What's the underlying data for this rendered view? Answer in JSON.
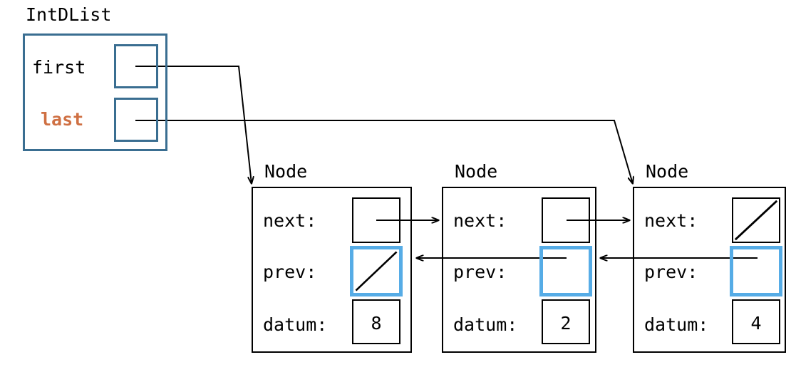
{
  "diagram": {
    "kind": "doubly-linked-list-memory-diagram",
    "background": "#ffffff",
    "colors": {
      "list_border": "#3a6e91",
      "accent_text": "#cf7043",
      "highlight": "#56ace6",
      "ink": "#000000"
    }
  },
  "list_object": {
    "title": "IntDList",
    "fields": [
      {
        "name": "first",
        "label": "first",
        "highlighted": false,
        "value": ""
      },
      {
        "name": "last",
        "label": "last",
        "highlighted": true,
        "value": ""
      }
    ]
  },
  "nodes": [
    {
      "title": "Node",
      "next_label": "next:",
      "prev_label": "prev:",
      "datum_label": "datum:",
      "datum": "8",
      "next_is_null": false,
      "prev_is_null": true,
      "prev_highlighted": true
    },
    {
      "title": "Node",
      "next_label": "next:",
      "prev_label": "prev:",
      "datum_label": "datum:",
      "datum": "2",
      "next_is_null": false,
      "prev_is_null": false,
      "prev_highlighted": true
    },
    {
      "title": "Node",
      "next_label": "next:",
      "prev_label": "prev:",
      "datum_label": "datum:",
      "datum": "4",
      "next_is_null": true,
      "prev_is_null": false,
      "prev_highlighted": true
    }
  ],
  "pointers": [
    {
      "from": "first",
      "to": "node-1"
    },
    {
      "from": "last",
      "to": "node-3"
    },
    {
      "from": "node-1.next",
      "to": "node-2"
    },
    {
      "from": "node-2.next",
      "to": "node-3"
    },
    {
      "from": "node-2.prev",
      "to": "node-1"
    },
    {
      "from": "node-3.prev",
      "to": "node-2"
    }
  ]
}
